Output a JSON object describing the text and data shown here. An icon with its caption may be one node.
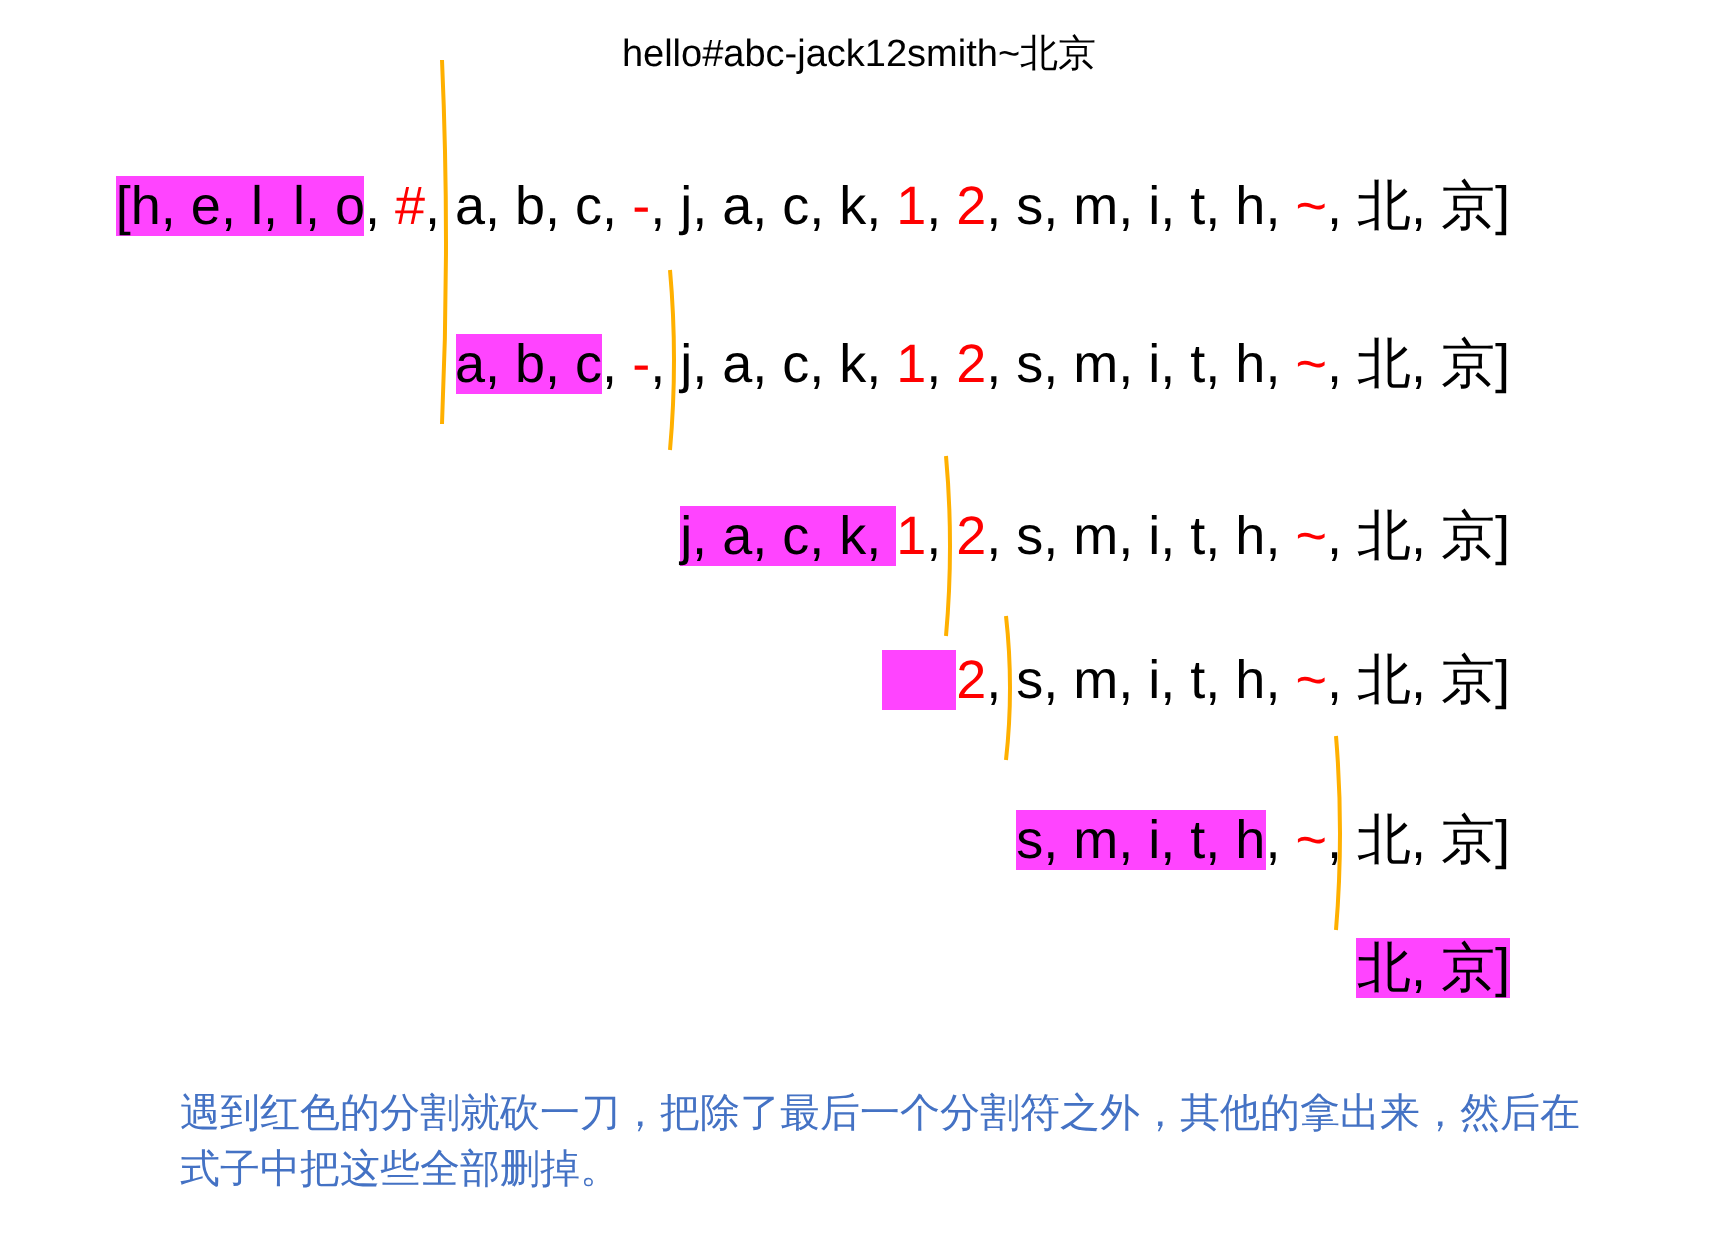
{
  "diagram": {
    "title": "hello#abc-jack12smith~北京",
    "caption": "遇到红色的分割就砍一刀，把除了最后一个分割符之外，其他的拿出来，然后在式子中把这些全部删掉。",
    "labels": [
      "[h, e, l, l, o, #, a, b, c, -, j, a, c, k, 1, 2, s, m, i, t, h, ~, 北, 京]",
      "a, b, c, -, j, a, c, k, 1, 2, s, m, i, t, h, ~, 北, 京]",
      "j, a, c, k, 1, 2, s, m, i, t, h, ~, 北, 京]",
      "2, s, m, i, t, h, ~, 北, 京]",
      "s, m, i, t, h, ~, 北, 京]",
      "北, 京]"
    ]
  }
}
